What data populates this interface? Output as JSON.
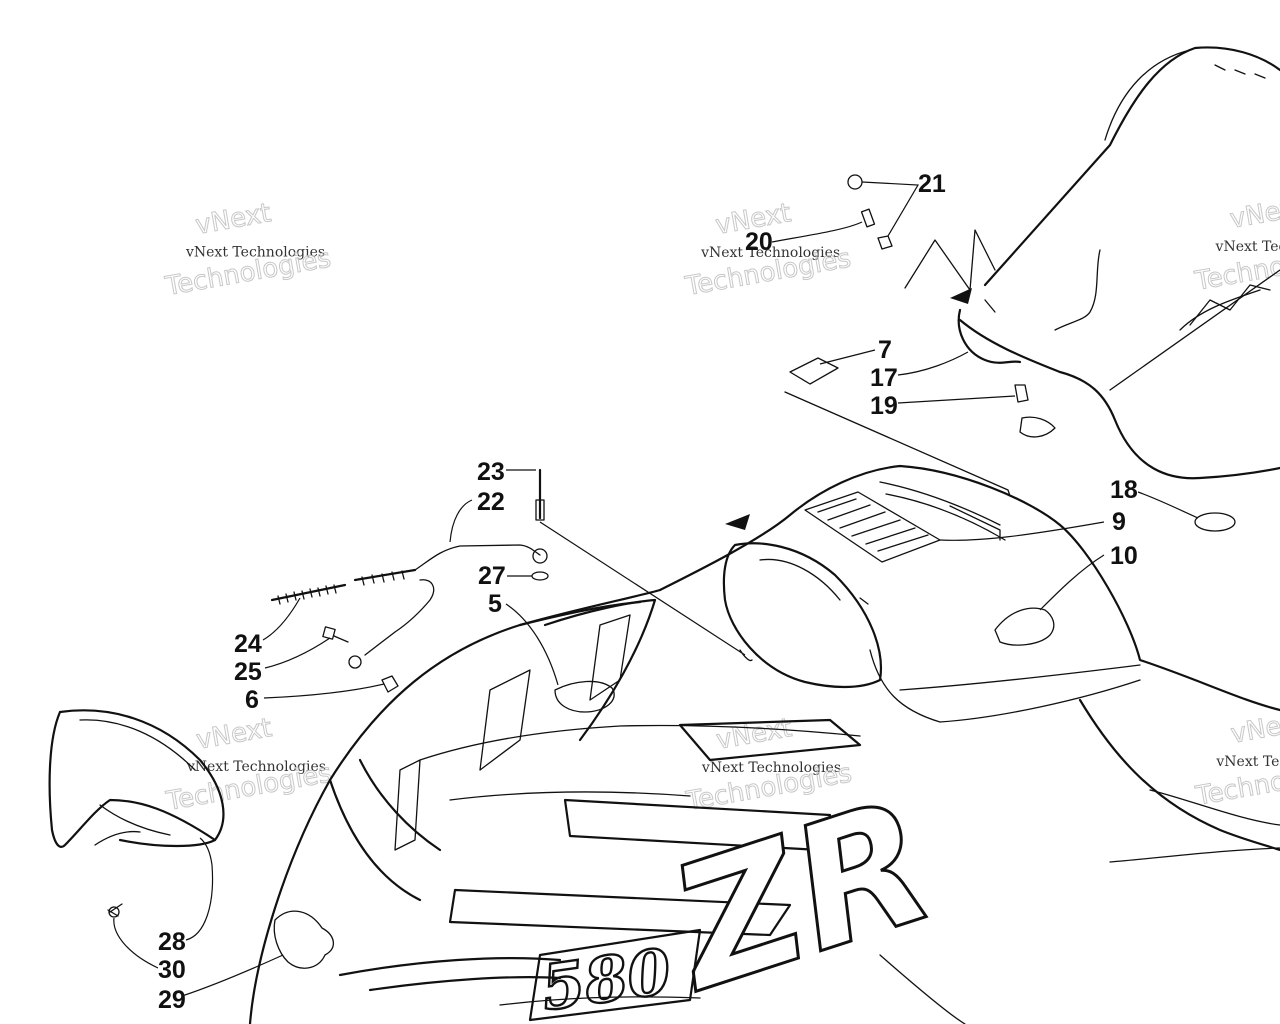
{
  "watermark": {
    "line1": "vNext",
    "line2": "vNext Technologies",
    "line3": "Technologies"
  },
  "model_badge": "580",
  "hood_logo": "ZR",
  "part_labels": [
    "21",
    "20",
    "7",
    "17",
    "19",
    "18",
    "23",
    "22",
    "9",
    "10",
    "27",
    "5",
    "24",
    "25",
    "6",
    "28",
    "30",
    "29"
  ]
}
